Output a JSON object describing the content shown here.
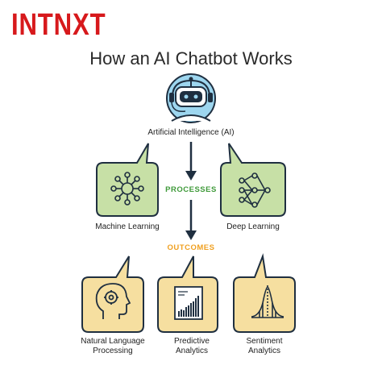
{
  "brand": "INTNXT",
  "title": "How an AI Chatbot Works",
  "root": {
    "label": "Artificial Intelligence (AI)",
    "icon": "robot-headset-icon"
  },
  "processes_label": "PROCESSES",
  "outcomes_label": "OUTCOMES",
  "processes": [
    {
      "label": "Machine Learning",
      "icon": "neural-network-icon"
    },
    {
      "label": "Deep Learning",
      "icon": "deep-network-icon"
    }
  ],
  "outcomes": [
    {
      "label_line1": "Natural Language",
      "label_line2": "Processing",
      "icon": "head-brain-icon"
    },
    {
      "label_line1": "Predictive",
      "label_line2": "Analytics",
      "icon": "bar-chart-icon"
    },
    {
      "label_line1": "Sentiment",
      "label_line2": "Analytics",
      "icon": "distribution-icon"
    }
  ],
  "colors": {
    "brand": "#d7191c",
    "processes_label": "#3f9a3a",
    "outcomes_label": "#f0a020",
    "process_fill": "#c7e0a6",
    "outcome_fill": "#f6dfa0",
    "robot_circle": "#9dd6ef",
    "outline": "#1f2f40"
  }
}
